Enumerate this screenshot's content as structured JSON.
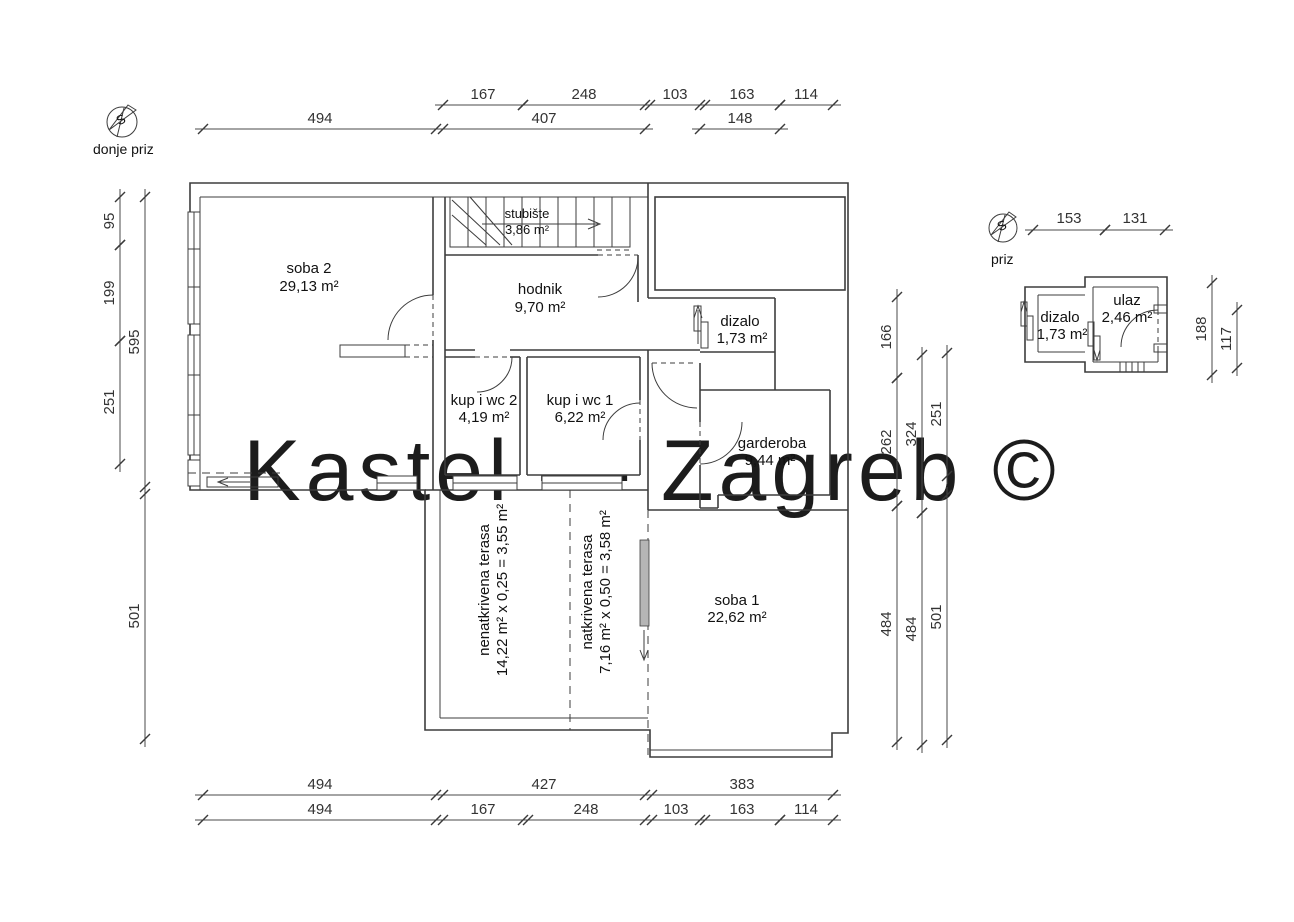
{
  "watermark": "Kastel — Zagreb ©",
  "colors": {
    "wall": "#3d3d3d",
    "dimension": "#4a4a4a",
    "watermark": "#ebebeb"
  },
  "main_plan": {
    "title": "donje priz",
    "compass": "S",
    "rooms": {
      "stubiste": {
        "name": "stubište",
        "area": "3,86 m²"
      },
      "soba2": {
        "name": "soba 2",
        "area": "29,13 m²"
      },
      "hodnik": {
        "name": "hodnik",
        "area": "9,70 m²"
      },
      "dizalo": {
        "name": "dizalo",
        "area": "1,73 m²"
      },
      "kup_i_wc_2": {
        "name": "kup i wc 2",
        "area": "4,19 m²"
      },
      "kup_i_wc_1": {
        "name": "kup i wc 1",
        "area": "6,22 m²"
      },
      "garderoba": {
        "name": "garderoba",
        "area": "9,44 m²"
      },
      "soba1": {
        "name": "soba 1",
        "area": "22,62 m²"
      },
      "nenatkrivena_terasa": {
        "name": "nenatkrivena terasa",
        "area": "14,22 m² x 0,25 =  3,55 m²"
      },
      "natkrivena_terasa": {
        "name": "natkrivena terasa",
        "area": "7,16 m² x 0,50 =  3,58 m²"
      }
    },
    "dims": {
      "top_row1": [
        "167",
        "248",
        "103",
        "163",
        "114"
      ],
      "top_row2": [
        "494",
        "407",
        "148"
      ],
      "bottom_row1": [
        "494",
        "427",
        "383"
      ],
      "bottom_row2": [
        "494",
        "167",
        "248",
        "103",
        "163",
        "114"
      ],
      "left_inner": [
        "95",
        "199",
        "251"
      ],
      "left_outer": [
        "595",
        "501"
      ],
      "right_col1": [
        "166",
        "262",
        "484"
      ],
      "right_col2": [
        "324",
        "484"
      ],
      "right_col3": [
        "251",
        "501"
      ]
    }
  },
  "small_plan": {
    "title": "priz",
    "compass": "S",
    "rooms": {
      "dizalo": {
        "name": "dizalo",
        "area": "1,73 m²"
      },
      "ulaz": {
        "name": "ulaz",
        "area": "2,46 m²"
      }
    },
    "dims": {
      "top": [
        "153",
        "131"
      ],
      "right": [
        "188",
        "117"
      ]
    }
  }
}
